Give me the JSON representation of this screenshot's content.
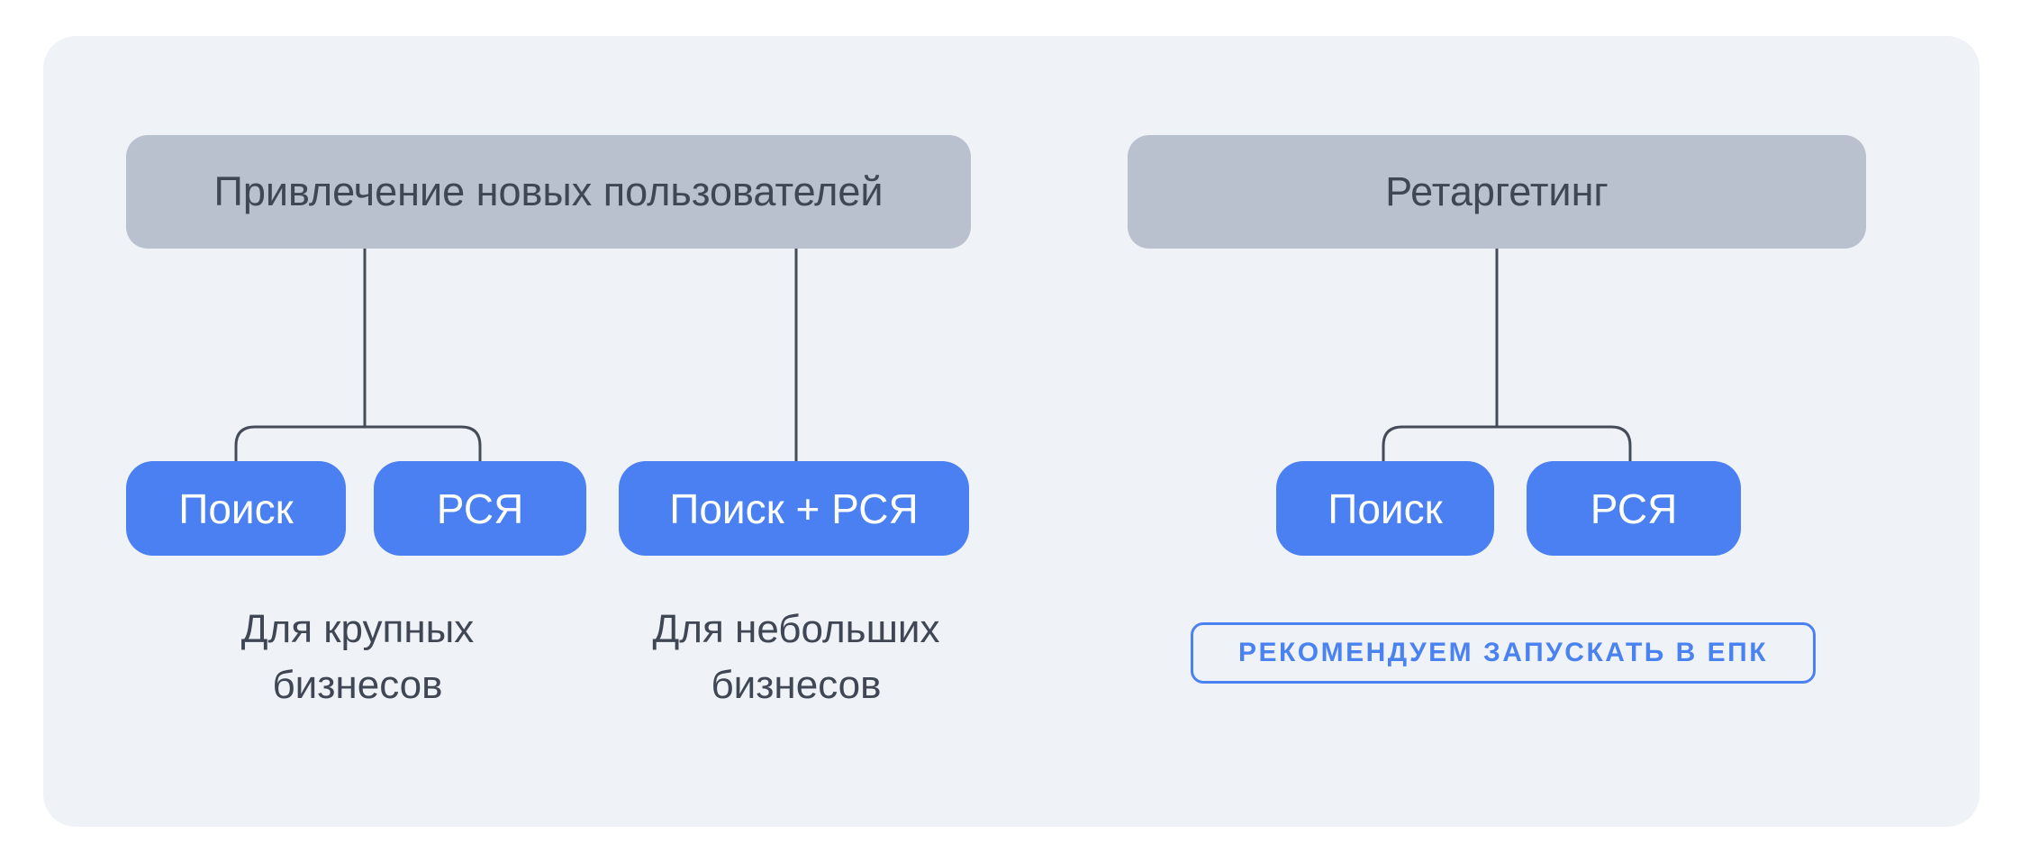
{
  "colors": {
    "page_bg": "#ffffff",
    "card_bg": "#eff3f8",
    "node_bg": "#b9c0ce",
    "node_text": "#3f4754",
    "accent": "#4a80f1",
    "accent_text": "#ffffff",
    "line": "#454c59",
    "badge": "#4a82f2"
  },
  "diagram": {
    "left_group": {
      "title": "Привлечение новых пользователей",
      "buttons": [
        {
          "label": "Поиск"
        },
        {
          "label": "РСЯ"
        },
        {
          "label": "Поиск + РСЯ"
        }
      ],
      "captions": [
        {
          "line1": "Для крупных",
          "line2": "бизнесов"
        },
        {
          "line1": "Для небольших",
          "line2": "бизнесов"
        }
      ]
    },
    "right_group": {
      "title": "Ретаргетинг",
      "buttons": [
        {
          "label": "Поиск"
        },
        {
          "label": "РСЯ"
        }
      ],
      "badge": "РЕКОМЕНДУЕМ ЗАПУСКАТЬ В ЕПК"
    }
  }
}
